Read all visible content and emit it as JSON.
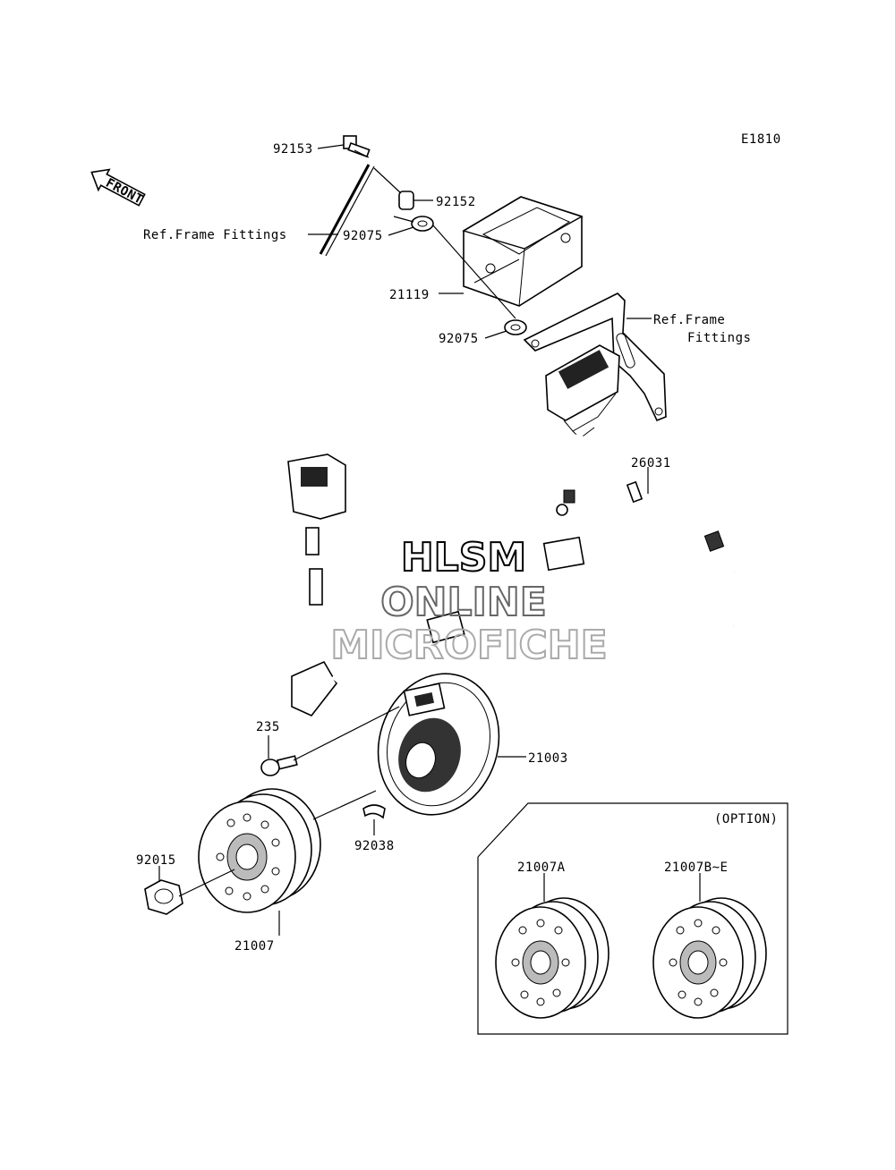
{
  "diagram_code": "E1810",
  "front_arrow_label": "FRONT",
  "labels": {
    "p92153": "92153",
    "p92152": "92152",
    "p92075_top": "92075",
    "ref_frame_fittings_left": "Ref.Frame Fittings",
    "p21119": "21119",
    "p92075_bottom": "92075",
    "ref_frame_right_1": "Ref.Frame",
    "ref_frame_right_2": "Fittings",
    "p26031": "26031",
    "p235": "235",
    "p21003": "21003",
    "p92038": "92038",
    "p92015": "92015",
    "p21007": "21007",
    "option_title": "(OPTION)",
    "p21007A": "21007A",
    "p21007BE": "21007B~E"
  },
  "watermark": {
    "line1": "HLSM",
    "line2": "ONLINE",
    "line3": "MICROFICHE"
  }
}
